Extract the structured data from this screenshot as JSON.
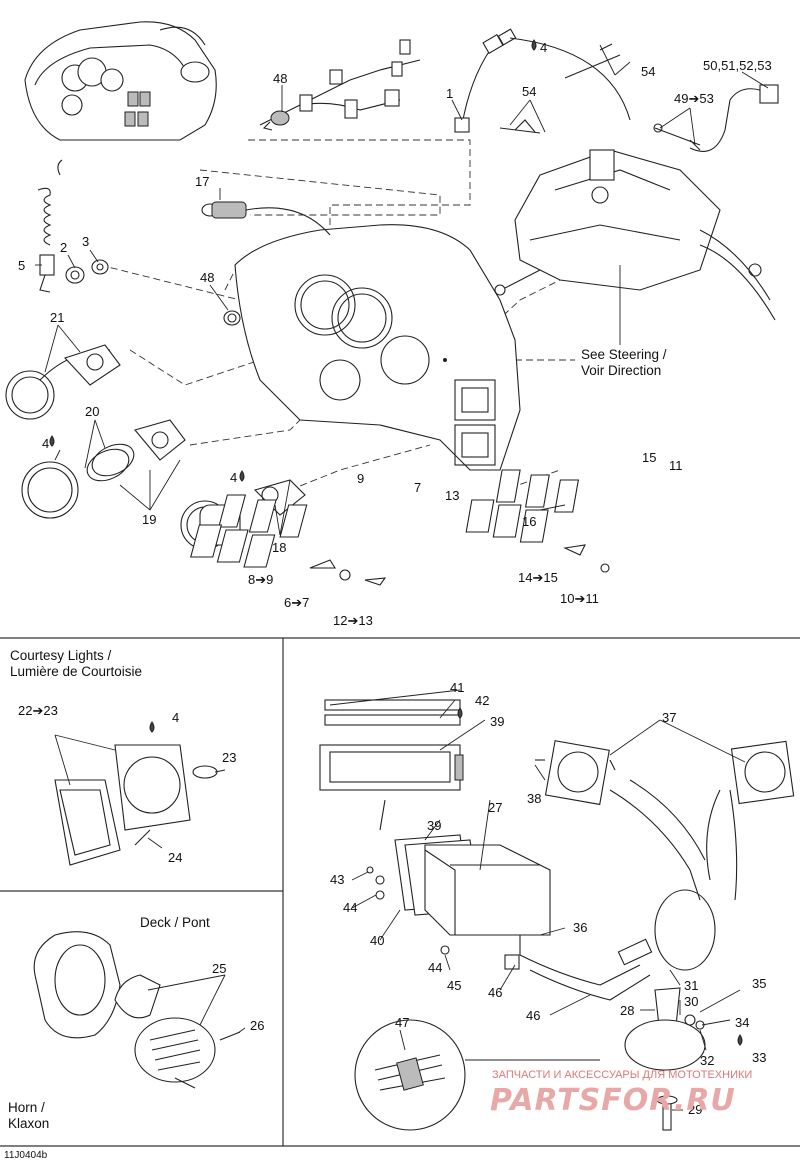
{
  "diagram_code": "11J0404b",
  "captions": {
    "see_steering_1": "See Steering /",
    "see_steering_2": "Voir Direction",
    "courtesy_1": "Courtesy Lights /",
    "courtesy_2": "Lumière de Courtoisie",
    "deck": "Deck / Pont",
    "horn_1": "Horn /",
    "horn_2": "Klaxon"
  },
  "watermark": {
    "line1": "ЗАПЧАСТИ И АКСЕССУАРЫ ДЛЯ МОТОТЕХНИКИ",
    "line2": "PARTSFOR.RU"
  },
  "part_labels": {
    "l4a": "4",
    "l54a": "54",
    "l54b": "54",
    "l50": "50,51,52,53",
    "l49": "49➔53",
    "l48a": "48",
    "l1": "1",
    "l17": "17",
    "l5": "5",
    "l2": "2",
    "l3": "3",
    "l48b": "48",
    "l21": "21",
    "l20": "20",
    "l4b": "4",
    "l19": "19",
    "l4c": "4",
    "l18": "18",
    "l9": "9",
    "l7": "7",
    "l13": "13",
    "l8": "8➔9",
    "l6": "6➔7",
    "l12": "12➔13",
    "l15": "15",
    "l11": "11",
    "l16": "16",
    "l14": "14➔15",
    "l10": "10➔11",
    "l22": "22➔23",
    "l4d": "4",
    "l23": "23",
    "l24": "24",
    "l25": "25",
    "l26": "26",
    "l41": "41",
    "l42": "42",
    "l39a": "39",
    "l37": "37",
    "l38": "38",
    "l27": "27",
    "l39b": "39",
    "l43": "43",
    "l44a": "44",
    "l40": "40",
    "l36": "36",
    "l44b": "44",
    "l45": "45",
    "l46a": "46",
    "l46b": "46",
    "l31": "31",
    "l30": "30",
    "l35": "35",
    "l28": "28",
    "l34": "34",
    "l32": "32",
    "l33": "33",
    "l47": "47",
    "l29": "29"
  }
}
